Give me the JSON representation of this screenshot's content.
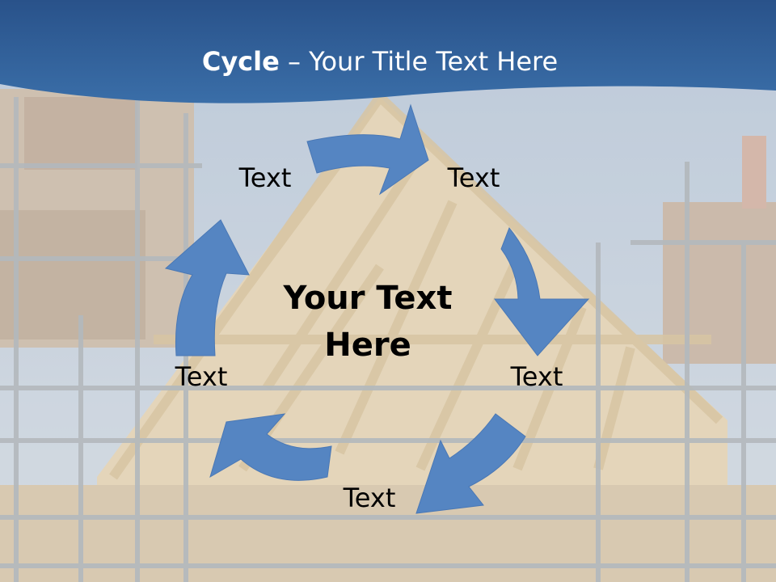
{
  "slide": {
    "title_bold": "Cycle",
    "title_rest": " – Your Title Text Here",
    "background_image": "roof-truss-construction-with-scaffolding"
  },
  "cycle": {
    "center_text_line1": "Your Text",
    "center_text_line2": "Here",
    "nodes": [
      {
        "label": "Text"
      },
      {
        "label": "Text"
      },
      {
        "label": "Text"
      },
      {
        "label": "Text"
      },
      {
        "label": "Text"
      }
    ],
    "arrow_count": 5,
    "arrow_icon": "curved-arrow-icon"
  },
  "colors": {
    "banner": "#2f5d99",
    "arrow": "#5585c2",
    "sky": "#a9bfdb",
    "wood": "#d9c29a",
    "scaffold": "#7f8fa3"
  }
}
